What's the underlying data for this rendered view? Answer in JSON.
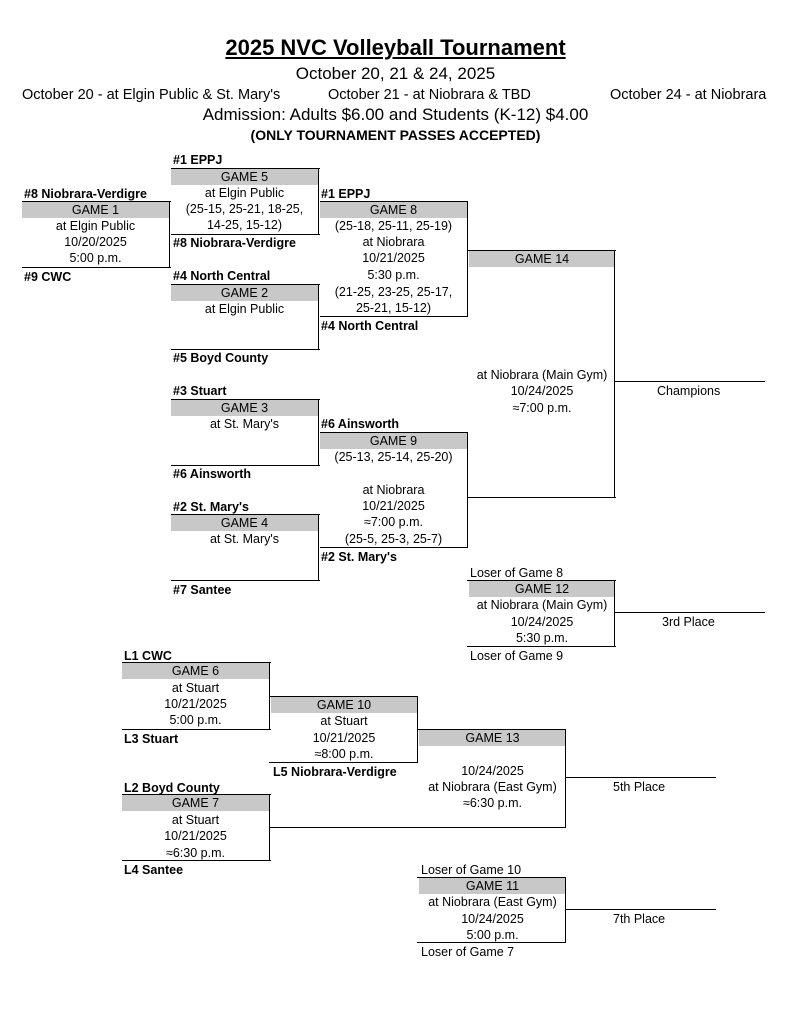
{
  "header": {
    "title": "2025 NVC Volleyball Tournament",
    "dates": "October 20, 21 & 24, 2025",
    "site1": "October 20 - at Elgin Public & St. Mary's",
    "site2": "October 21 - at Niobrara & TBD",
    "site3": "October 24 - at Niobrara",
    "admission": "Admission:  Adults $6.00 and Students (K-12) $4.00",
    "passes": "(ONLY TOURNAMENT PASSES ACCEPTED)"
  },
  "teams": {
    "t_eppj": "#1  EPPJ",
    "t_nv": "#8  Niobrara-Verdigre",
    "t_cwc": "#9  CWC",
    "t_nv2": "#8  Niobrara-Verdigre",
    "t_nc": "#4  North Central",
    "t_boyd": "#5  Boyd County",
    "t_stuart": "#3  Stuart",
    "t_ains": "#6  Ainsworth",
    "t_stm": "#2  St. Mary's",
    "t_santee": "#7  Santee",
    "t_eppj2": "#1  EPPJ",
    "t_nc2": "#4  North Central",
    "t_ains2": "#6  Ainsworth",
    "t_stm2": "#2  St. Mary's",
    "l1": "L1 CWC",
    "l3": "L3 Stuart",
    "l2": "L2 Boyd County",
    "l4": "L4 Santee",
    "l5": "L5 Niobrara-Verdigre",
    "loser8": "Loser of Game 8",
    "loser9": "Loser of Game 9",
    "loser10": "Loser of Game 10",
    "loser7": "Loser of Game 7"
  },
  "games": {
    "g1": {
      "label": "GAME 1",
      "lines": [
        "at Elgin Public",
        "10/20/2025",
        "5:00 p.m."
      ]
    },
    "g5": {
      "label": "GAME 5",
      "lines": [
        "at Elgin Public",
        "(25-15, 25-21, 18-25,",
        "14-25, 15-12)"
      ]
    },
    "g2": {
      "label": "GAME 2",
      "lines": [
        "at Elgin Public"
      ]
    },
    "g8": {
      "label": "GAME 8",
      "lines": [
        "(25-18, 25-11, 25-19)",
        "at Niobrara",
        "10/21/2025",
        "5:30 p.m.",
        "(21-25, 23-25, 25-17,",
        "25-21, 15-12)"
      ]
    },
    "g3": {
      "label": "GAME 3",
      "lines": [
        "at St. Mary's"
      ]
    },
    "g9": {
      "label": "GAME 9",
      "lines": [
        "(25-13, 25-14, 25-20)",
        "",
        "at Niobrara",
        "10/21/2025",
        "≈7:00 p.m.",
        "(25-5, 25-3, 25-7)"
      ]
    },
    "g4": {
      "label": "GAME 4",
      "lines": [
        "at St. Mary's"
      ]
    },
    "g14": {
      "label": "GAME 14",
      "lines": [
        "at Niobrara (Main Gym)",
        "10/24/2025",
        "≈7:00 p.m."
      ]
    },
    "g12": {
      "label": "GAME 12",
      "lines": [
        "at Niobrara (Main Gym)",
        "10/24/2025",
        "5:30 p.m."
      ]
    },
    "g6": {
      "label": "GAME 6",
      "lines": [
        "at Stuart",
        "10/21/2025",
        "5:00 p.m."
      ]
    },
    "g10": {
      "label": "GAME 10",
      "lines": [
        "at Stuart",
        "10/21/2025",
        "≈8:00 p.m."
      ]
    },
    "g7": {
      "label": "GAME 7",
      "lines": [
        "at Stuart",
        "10/21/2025",
        "≈6:30 p.m."
      ]
    },
    "g13": {
      "label": "GAME 13",
      "lines": [
        "10/24/2025",
        "at Niobrara (East Gym)",
        "≈6:30 p.m."
      ]
    },
    "g11": {
      "label": "GAME 11",
      "lines": [
        "at Niobrara (East Gym)",
        "10/24/2025",
        "5:00 p.m."
      ]
    }
  },
  "results": {
    "champions": "Champions",
    "third": "3rd Place",
    "fifth": "5th Place",
    "seventh": "7th Place"
  }
}
